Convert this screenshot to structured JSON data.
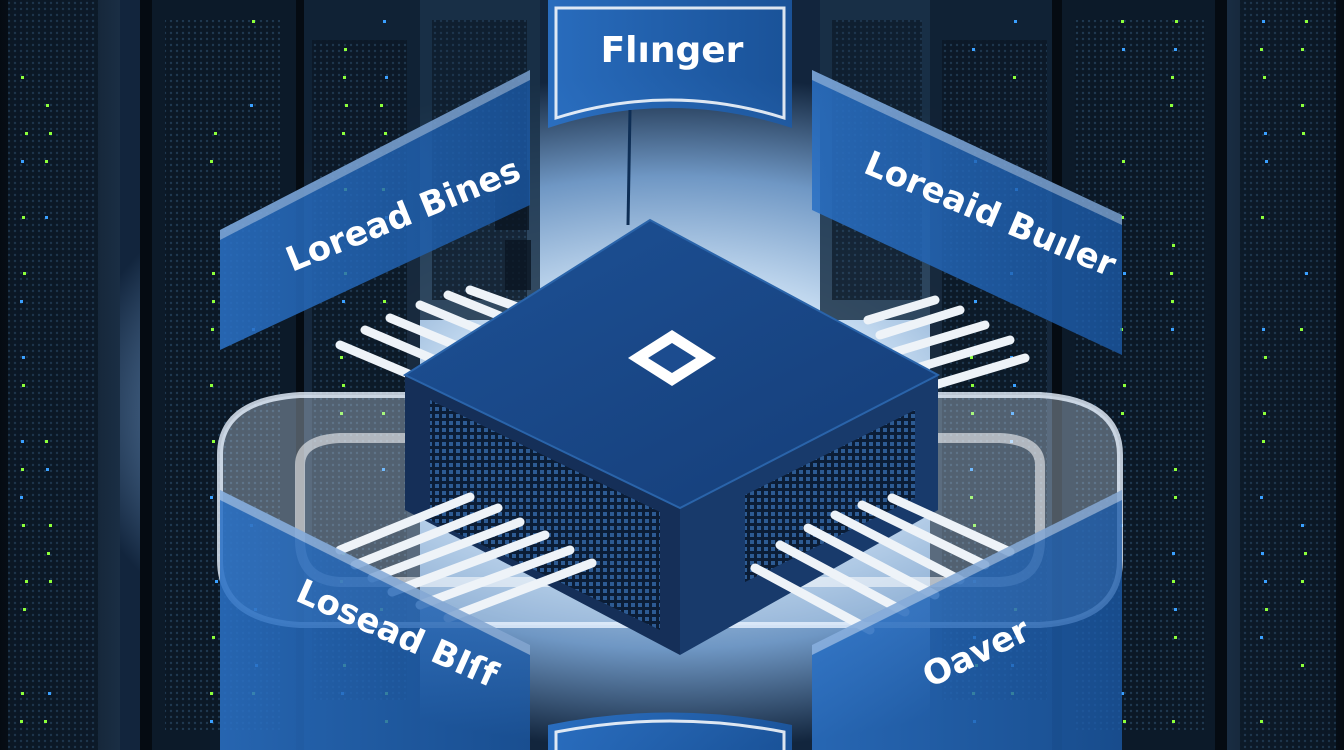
{
  "scene": {
    "labels": {
      "top": "Flınger",
      "upper_left": "Loread Bines",
      "upper_right": "Loreaid Buıler",
      "lower_left": "Losead BIſf",
      "lower_right": "Oaver"
    },
    "icons": {
      "chip_symbol": "square-outline-icon"
    },
    "colors": {
      "panel_blue": "#1f63b5",
      "panel_dark": "#0d3f86",
      "chip_top": "#1c4c8f",
      "chip_side": "#16396d",
      "rack_dark": "#0a1622",
      "glow": "#cfe6ff",
      "led_green": "#8cff3a",
      "led_blue": "#3aa0ff"
    }
  }
}
